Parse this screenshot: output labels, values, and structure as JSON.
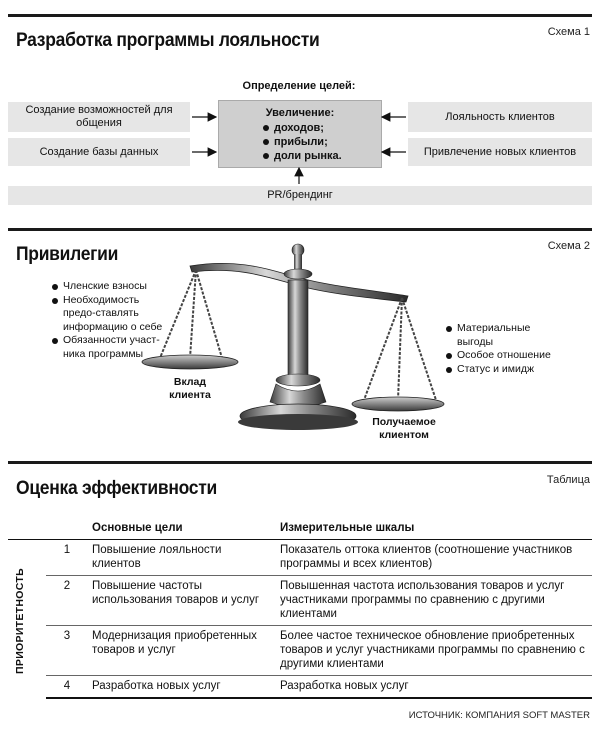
{
  "section1": {
    "title": "Разработка программы лояльности",
    "schema_label": "Схема 1",
    "goals_header": "Определение целей:",
    "center_title": "Увеличение:",
    "center_items": [
      "доходов;",
      "прибыли;",
      "доли рынка."
    ],
    "left_boxes": [
      "Создание возможностей для общения",
      "Создание базы данных"
    ],
    "right_boxes": [
      "Лояльность клиентов",
      "Привлечение новых клиентов"
    ],
    "bottom_box": "PR/брендинг"
  },
  "section2": {
    "title": "Привилегии",
    "schema_label": "Схема 2",
    "left_items": [
      "Членские взносы",
      "Необходимость предо-ставлять информацию о себе",
      "Обязанности участ-ника программы"
    ],
    "left_label": "Вклад клиента",
    "right_items": [
      "Материальные выгоды",
      "Особое отношение",
      "Статус и имидж"
    ],
    "right_label": "Получаемое клиентом"
  },
  "section3": {
    "title": "Оценка эффективности",
    "table_label": "Таблица",
    "vertical_label": "ПРИОРИТЕТНОСТЬ",
    "columns": [
      "Основные цели",
      "Измерительные шкалы"
    ],
    "rows": [
      {
        "num": "1",
        "goal": "Повышение лояльности клиентов",
        "scale": "Показатель оттока клиентов (соотношение участников программы и всех клиентов)"
      },
      {
        "num": "2",
        "goal": "Повышение частоты использования товаров и услуг",
        "scale": "Повышенная частота использования товаров и услуг участниками программы по сравнению с другими клиентами"
      },
      {
        "num": "3",
        "goal": "Модернизация приобретенных товаров и услуг",
        "scale": "Более частое техническое обновление приобретенных товаров и услуг участниками программы по сравнению с другими клиентами"
      },
      {
        "num": "4",
        "goal": "Разработка новых услуг",
        "scale": "Разработка новых услуг"
      }
    ],
    "source": "ИСТОЧНИК: КОМПАНИЯ SOFT MASTER"
  }
}
